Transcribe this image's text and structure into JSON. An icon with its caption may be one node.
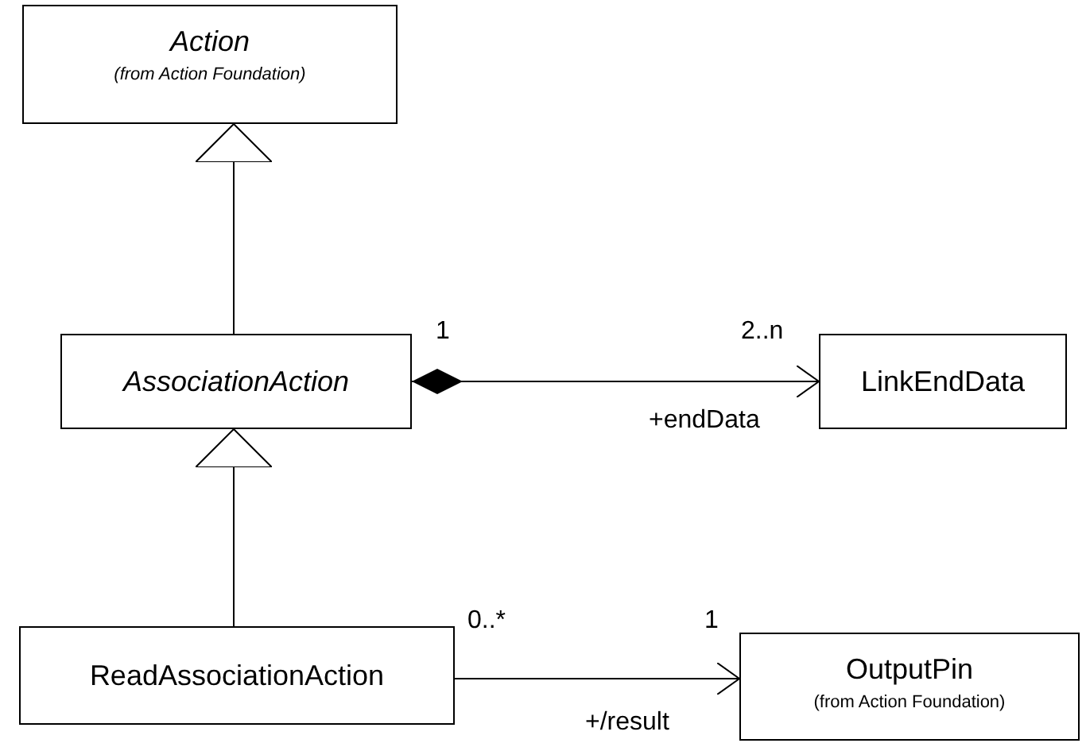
{
  "diagram": {
    "nodes": [
      {
        "text": [
          "Action",
          "(from Action Foundation)"
        ]
      },
      {
        "text": [
          "AssociationAction"
        ]
      },
      {
        "text": [
          "LinkEndData"
        ]
      },
      {
        "text": [
          "ReadAssociationAction"
        ]
      },
      {
        "text": [
          "OutputPin",
          "(from Action Foundation)"
        ]
      }
    ],
    "edges": [
      {
        "from": 1,
        "to": 0,
        "arrow": "to"
      },
      {
        "from": 1,
        "to": 2,
        "arrow": "to"
      },
      {
        "from": 3,
        "to": 1,
        "arrow": "to"
      },
      {
        "from": 3,
        "to": 4,
        "arrow": "to"
      }
    ],
    "labels": [
      "1",
      "2..n",
      "+endData",
      "0..*",
      "1",
      "+/result"
    ]
  }
}
